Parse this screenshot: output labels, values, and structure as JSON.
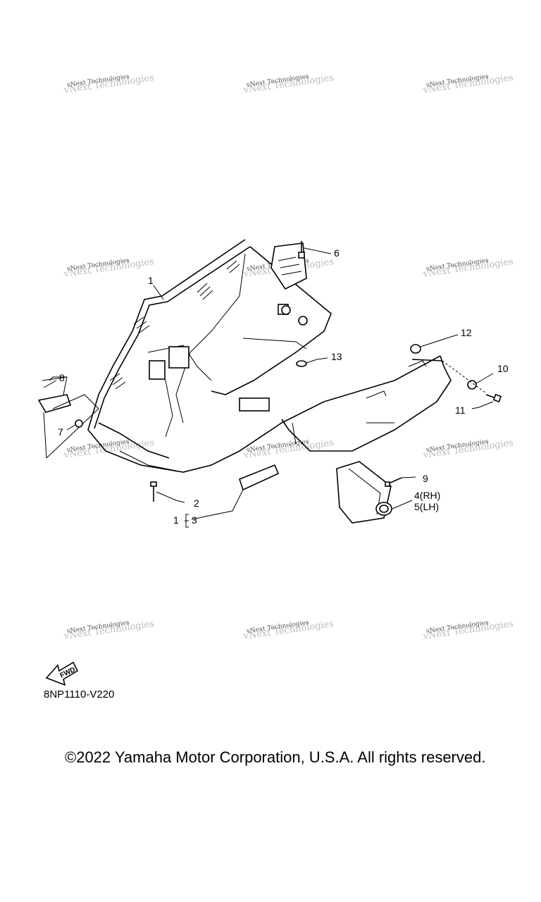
{
  "watermark": {
    "line1": "vNext Technologies",
    "line2": "vNext Technologies"
  },
  "callouts": {
    "c1": "1",
    "c2": "2",
    "c3": "3",
    "c1b": "1",
    "c4": "4(RH)",
    "c5": "5(LH)",
    "c6": "6",
    "c7": "7",
    "c8": "8",
    "c9": "9",
    "c10": "10",
    "c11": "11",
    "c12": "12",
    "c13": "13"
  },
  "fwd_label": "FWD",
  "diagram_code": "8NP1110-V220",
  "copyright": "©2022 Yamaha Motor Corporation, U.S.A. All rights reserved."
}
